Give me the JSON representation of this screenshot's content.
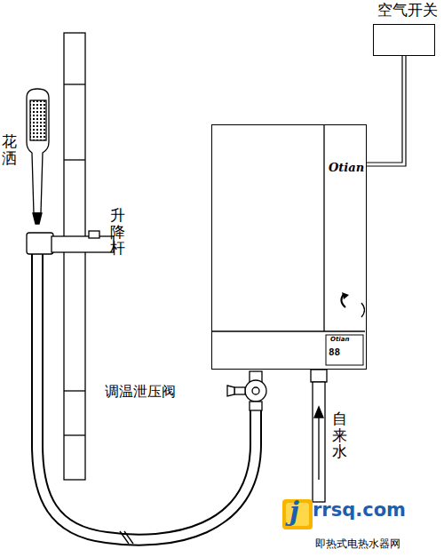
{
  "diagram": {
    "nodes": [
      {
        "text": [
          "空气开关"
        ]
      },
      {
        "text": [
          "Otian"
        ]
      }
    ],
    "edges": [
      {
        "from": 0,
        "to": 1,
        "arrow": "none"
      }
    ],
    "labels": [
      "花洒",
      "升降杆",
      "调温泄压阀",
      "自来水",
      "Otian",
      "88",
      "j",
      "rrsq.com",
      "即热式电热水器网"
    ]
  }
}
